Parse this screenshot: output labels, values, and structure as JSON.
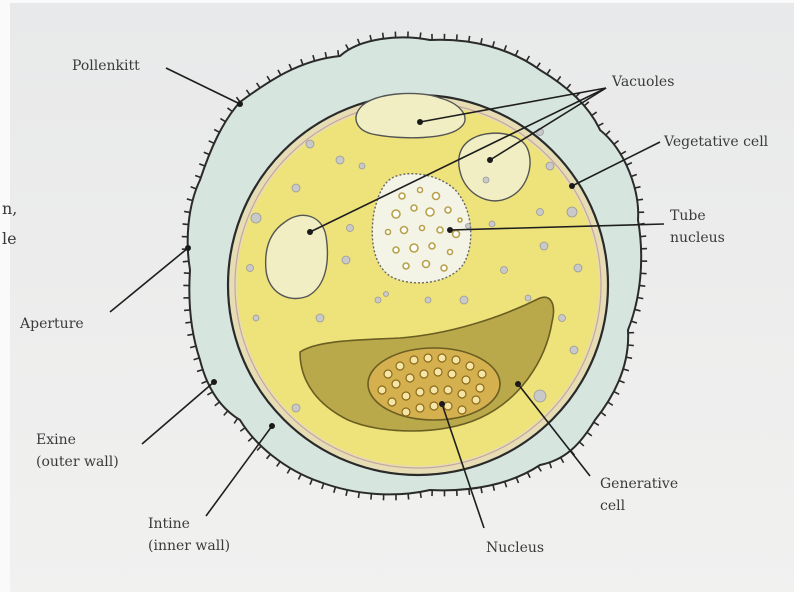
{
  "labels": {
    "pollenkitt": "Pollenkitt",
    "vacuoles": "Vacuoles",
    "vegetative_cell": "Vegetative cell",
    "tube_nucleus_1": "Tube",
    "tube_nucleus_2": "nucleus",
    "aperture": "Aperture",
    "exine_1": "Exine",
    "exine_2": "(outer wall)",
    "intine_1": "Intine",
    "intine_2": "(inner wall)",
    "nucleus": "Nucleus",
    "generative_1": "Generative",
    "generative_2": "cell"
  },
  "margin_text": {
    "line1": "n,",
    "line2": "le"
  },
  "colors": {
    "exine": "#d6e6df",
    "cytoplasm": "#eee37a",
    "vacuole": "#f0eec2",
    "generative": "#b9a94a",
    "nucleus": "#d5b04f",
    "granule": "#c9c9c9"
  }
}
